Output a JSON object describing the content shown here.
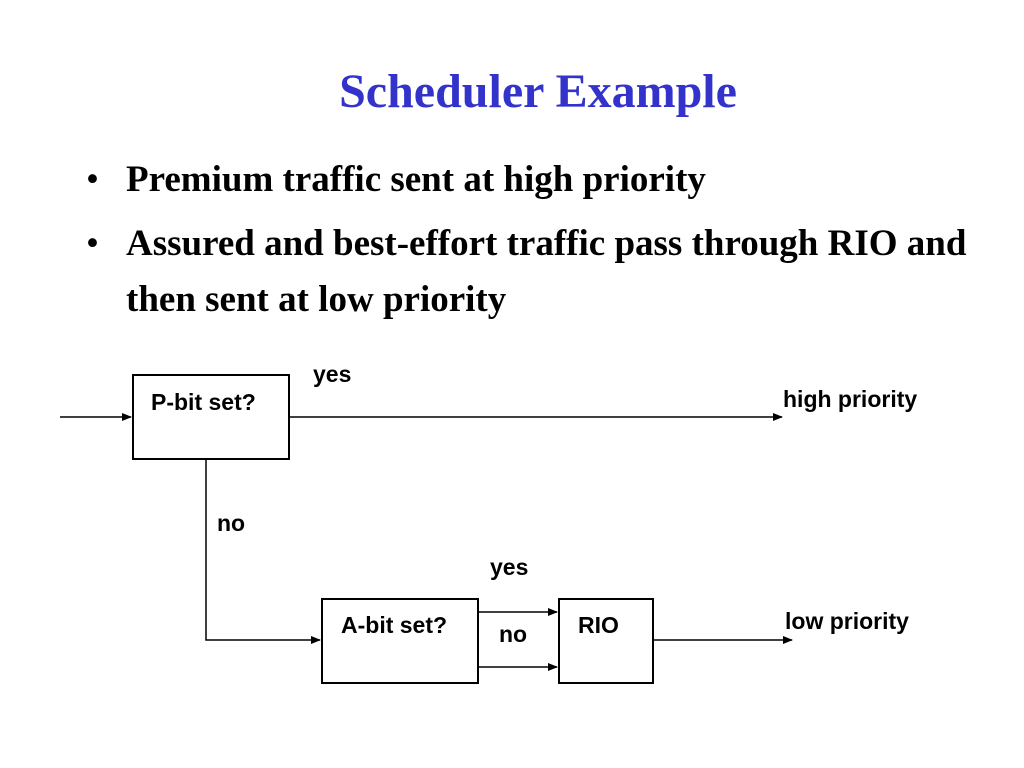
{
  "slide": {
    "title": "Scheduler Example",
    "title_color": "#3333cc",
    "bullets": [
      {
        "text": "Premium traffic sent at high priority"
      },
      {
        "text": "Assured and best-effort traffic pass through RIO and  then sent at low priority"
      }
    ]
  },
  "diagram": {
    "p_bit_box": "P-bit set?",
    "a_bit_box": "A-bit set?",
    "rio_box": "RIO",
    "label_yes_top": "yes",
    "label_no_left": "no",
    "label_yes_mid": "yes",
    "label_no_mid": "no",
    "high_priority": "high priority",
    "low_priority": "low priority"
  }
}
